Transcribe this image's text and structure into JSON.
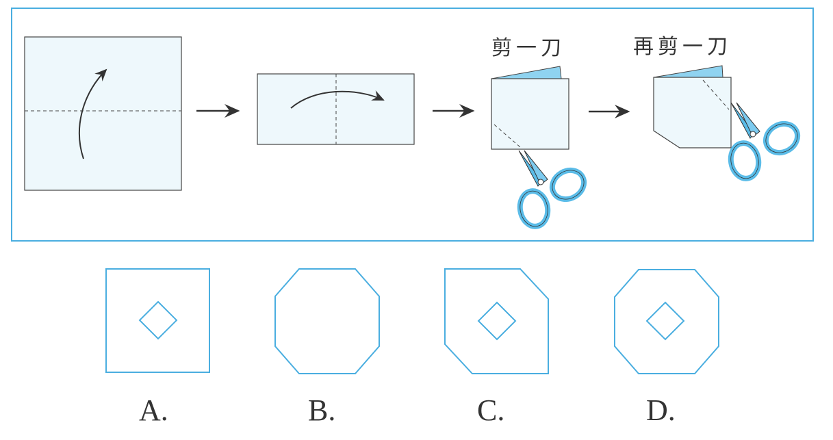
{
  "steps": {
    "cut_once": "剪一刀",
    "cut_again": "再剪一刀"
  },
  "options": [
    {
      "label": "A."
    },
    {
      "label": "B."
    },
    {
      "label": "C."
    },
    {
      "label": "D."
    }
  ],
  "colors": {
    "frame": "#4aaee0",
    "paper": "#eef8fc",
    "flap": "#8fd3f0",
    "scissors": "#5bbce8",
    "outline": "#333333"
  }
}
